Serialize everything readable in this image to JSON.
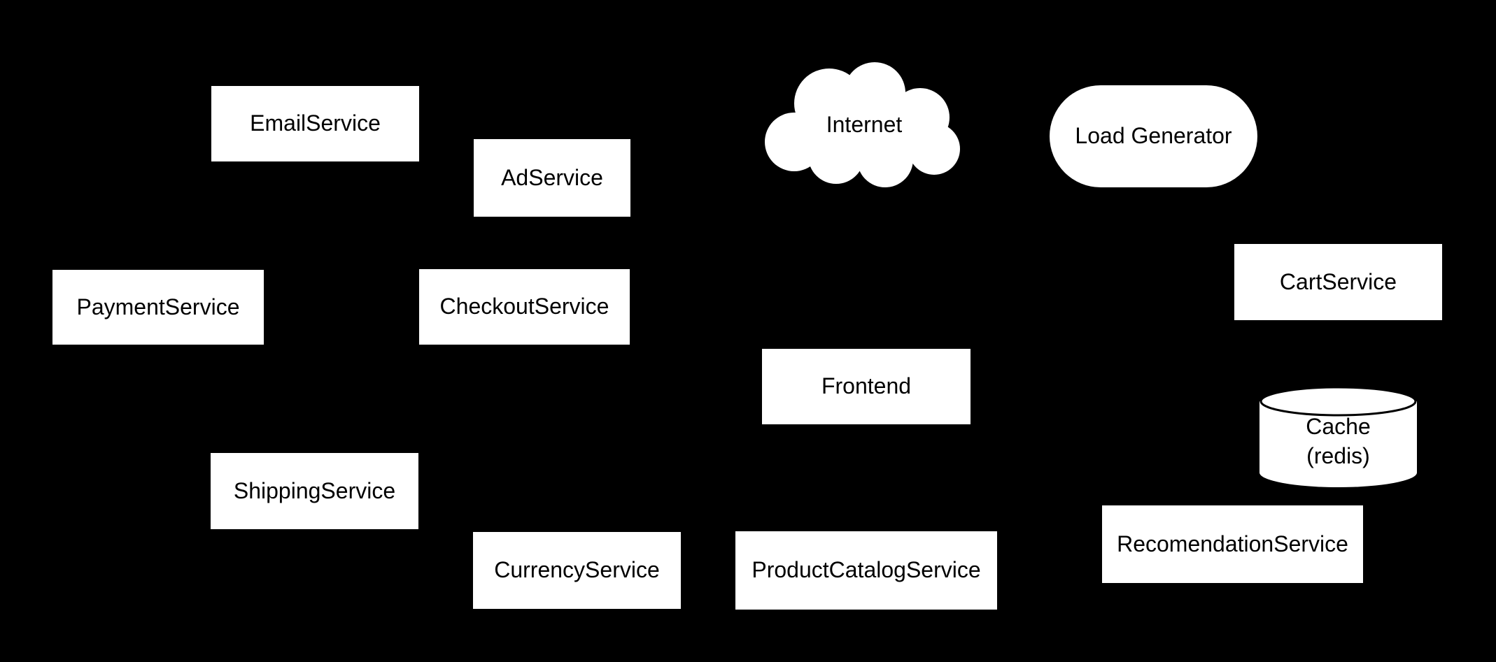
{
  "colors": {
    "background": "#000000",
    "node_fill": "#ffffff",
    "node_text": "#000000"
  },
  "nodes": {
    "email_service": {
      "label": "EmailService",
      "shape": "rectangle"
    },
    "ad_service": {
      "label": "AdService",
      "shape": "rectangle"
    },
    "internet": {
      "label": "Internet",
      "shape": "cloud"
    },
    "load_generator": {
      "label": "Load Generator",
      "shape": "stadium"
    },
    "payment_service": {
      "label": "PaymentService",
      "shape": "rectangle"
    },
    "checkout_service": {
      "label": "CheckoutService",
      "shape": "rectangle"
    },
    "cart_service": {
      "label": "CartService",
      "shape": "rectangle"
    },
    "frontend": {
      "label": "Frontend",
      "shape": "rectangle"
    },
    "cache": {
      "lines": [
        "Cache",
        "(redis)"
      ],
      "shape": "cylinder"
    },
    "shipping_service": {
      "label": "ShippingService",
      "shape": "rectangle"
    },
    "currency_service": {
      "label": "CurrencyService",
      "shape": "rectangle"
    },
    "product_catalog_service": {
      "label": "ProductCatalogService",
      "shape": "rectangle"
    },
    "recomendation_service": {
      "label": "RecomendationService",
      "shape": "rectangle"
    }
  }
}
